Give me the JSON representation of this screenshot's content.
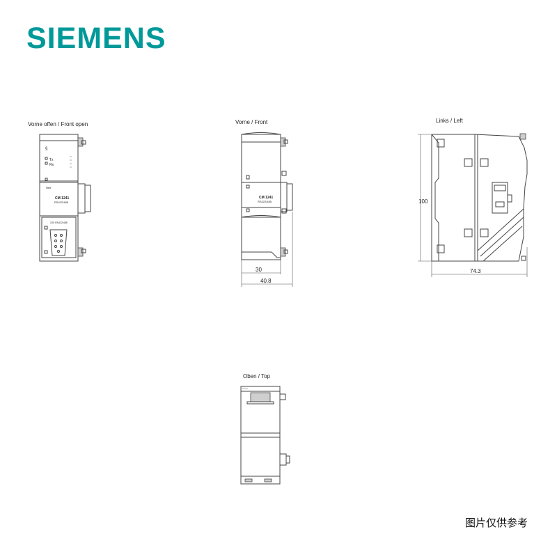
{
  "brand": {
    "logo": "SIEMENS",
    "color": "#009999"
  },
  "views": {
    "front_open": {
      "title": "Vorne offen / Front open",
      "module_name": "CM 1241",
      "module_type": "RS422/485",
      "led_tx": "Tx",
      "led_rx": "Rx"
    },
    "front": {
      "title": "Vorne / Front",
      "module_name": "CM 1241",
      "module_type": "RS422/485",
      "dim_inner": "30",
      "dim_outer": "40.8"
    },
    "left": {
      "title": "Links / Left",
      "dim_height": "100",
      "dim_depth": "74.3"
    },
    "top": {
      "title": "Oben / Top"
    }
  },
  "footnote": "图片仅供参考"
}
